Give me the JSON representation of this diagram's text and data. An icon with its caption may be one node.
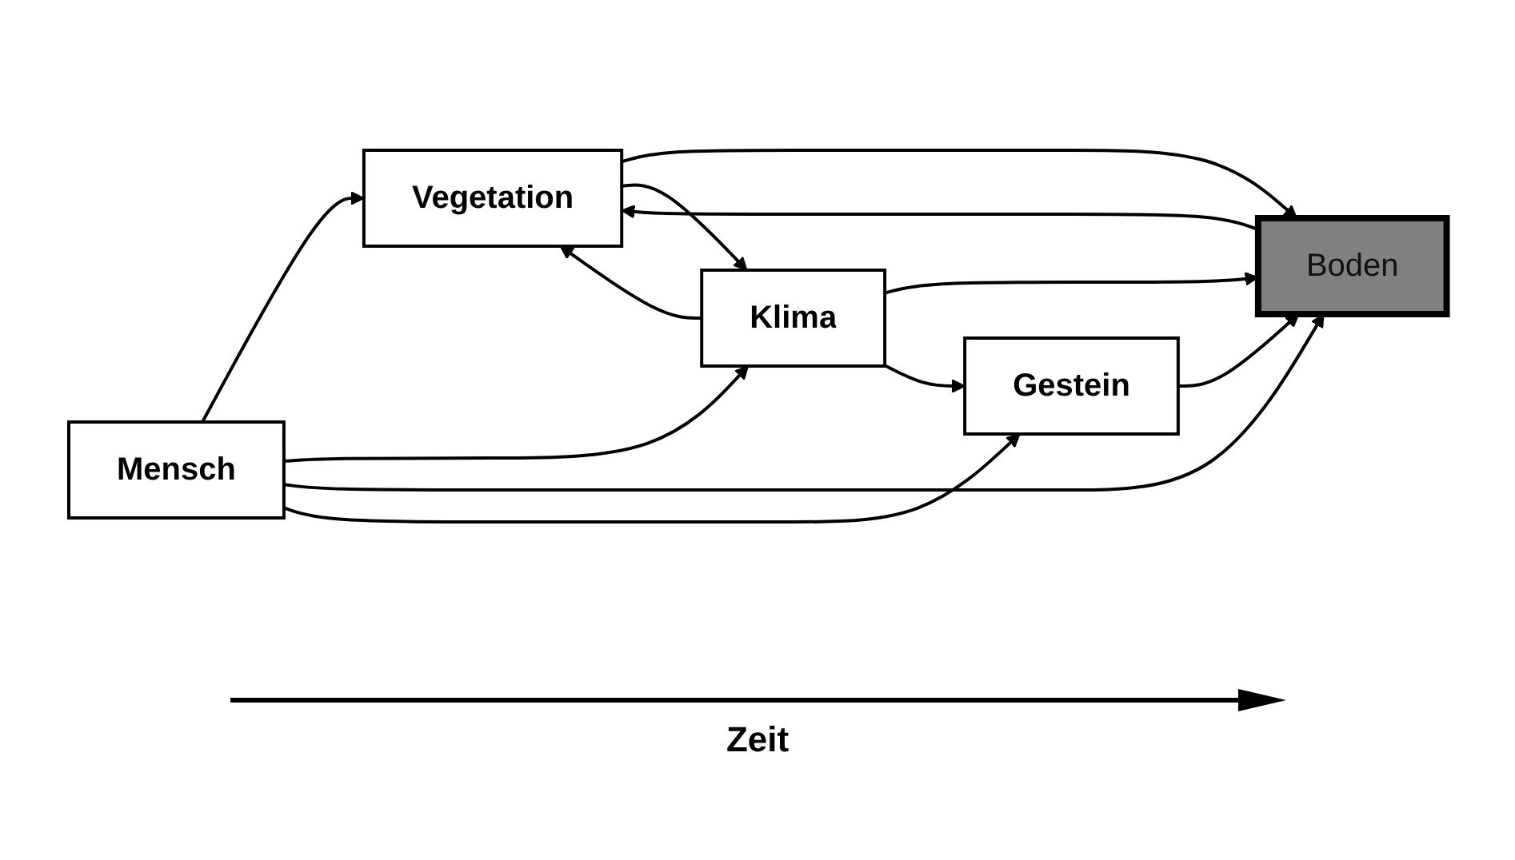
{
  "diagram": {
    "nodes": [
      {
        "text": [
          "Vegetation"
        ]
      },
      {
        "text": [
          "Mensch"
        ]
      },
      {
        "text": [
          "Boden"
        ]
      },
      {
        "text": [
          "Klima"
        ]
      },
      {
        "text": [
          "Gestein"
        ]
      }
    ],
    "edges": [
      {
        "from": 1,
        "to": 0,
        "arrow": "to"
      },
      {
        "from": 1,
        "to": 3,
        "arrow": "to"
      },
      {
        "from": 1,
        "to": 2,
        "arrow": "to"
      },
      {
        "from": 1,
        "to": 4,
        "arrow": "to"
      },
      {
        "from": 2,
        "to": 0,
        "arrow": "to"
      },
      {
        "from": 0,
        "to": 2,
        "arrow": "to"
      },
      {
        "from": 3,
        "to": 0,
        "arrow": "to"
      },
      {
        "from": 0,
        "to": 3,
        "arrow": "to"
      },
      {
        "from": 3,
        "to": 2,
        "arrow": "to"
      },
      {
        "from": 3,
        "to": 4,
        "arrow": "to"
      },
      {
        "from": 4,
        "to": 2,
        "arrow": "to"
      }
    ],
    "labels": [
      "Zeit"
    ]
  }
}
